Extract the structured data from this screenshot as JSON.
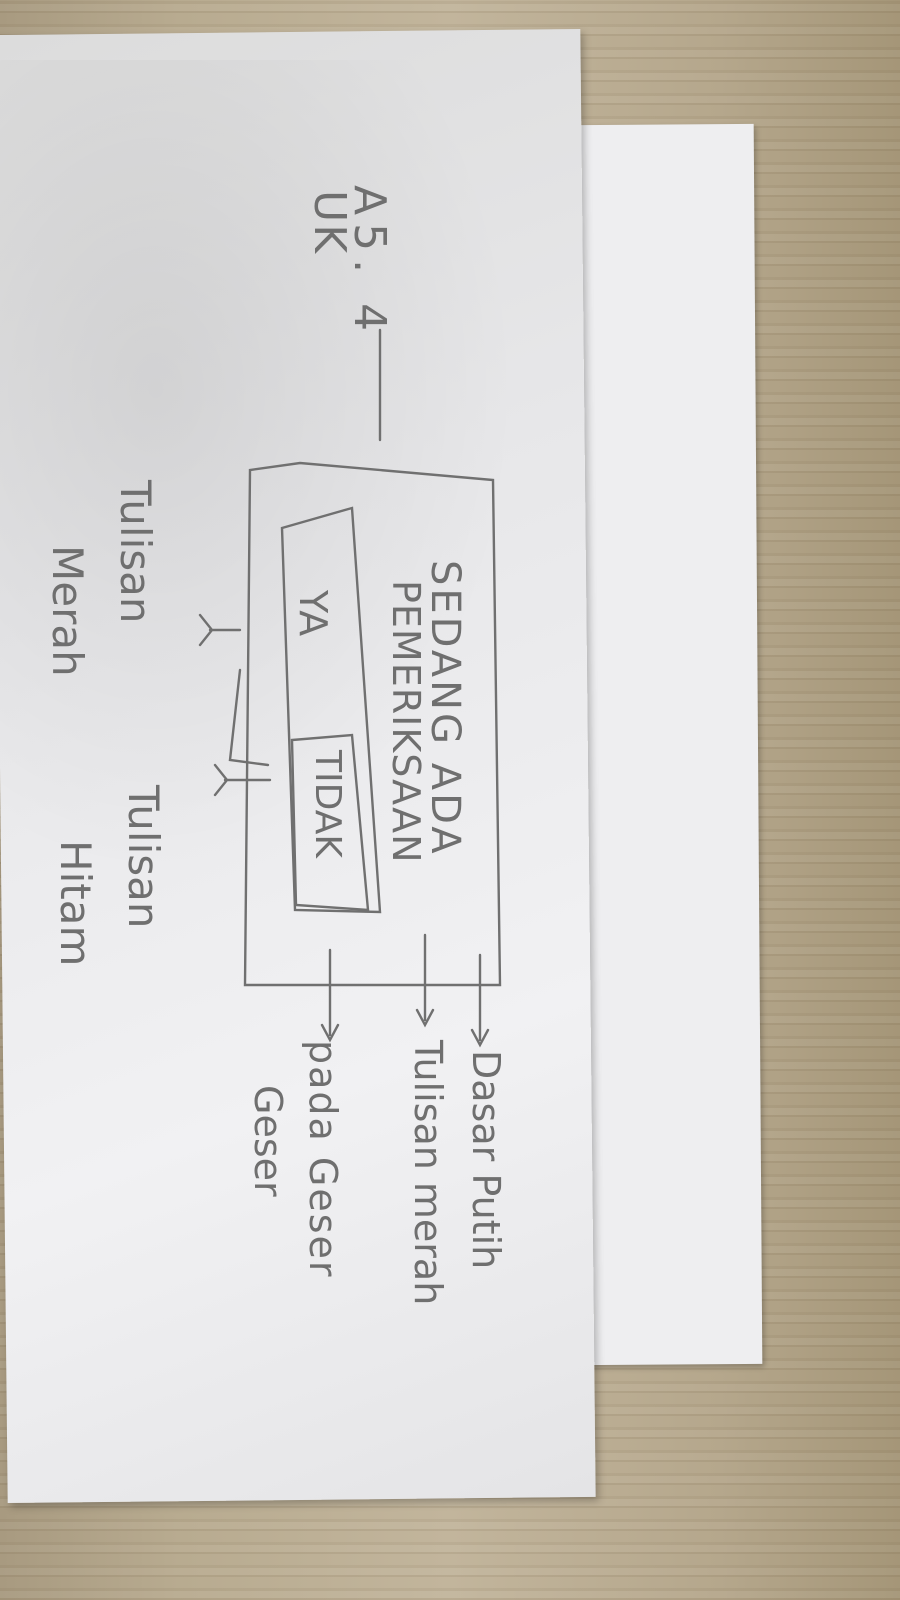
{
  "note": {
    "size_line1": "UK",
    "size_line2": "A5. 4",
    "box_title_line1": "SEDANG ADA",
    "box_title_line2": "PEMERIKSAAN",
    "option_yes": "YA",
    "option_no": "TIDAK",
    "label_white_base": "Dasar Putih",
    "label_red_text": "Tulisan merah",
    "label_slide_line1": "pada Geser",
    "label_slide_line2": "Geser",
    "label_bottom_left_line1": "Tulisan",
    "label_bottom_left_line2": "Merah",
    "label_bottom_right_line1": "Tulisan",
    "label_bottom_right_line2": "Hitam"
  },
  "colors": {
    "pencil": "#6f6f6f",
    "paper": "#efefef",
    "wood": "#b8ab90"
  }
}
